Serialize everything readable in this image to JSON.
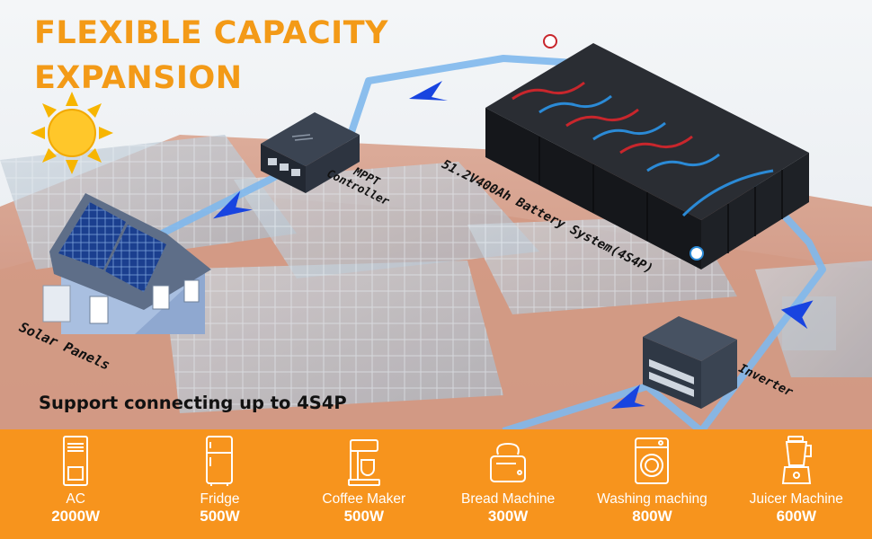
{
  "headline": {
    "line1": "FLEXIBLE CAPACITY",
    "line2": "EXPANSION"
  },
  "subline": "Support connecting up to 4S4P",
  "labels": {
    "solar_panels": "Solar Panels",
    "mppt_line1": "MPPT",
    "mppt_line2": "Controller",
    "battery_system": "51.2V400Ah Battery System(4S4P)",
    "inverter": "Inverter"
  },
  "colors": {
    "accent_orange": "#f7941d",
    "headline_orange": "#f39a17",
    "flow_line": "#7fb8ec",
    "arrow_blue": "#1844e0"
  },
  "icons": [
    "sun-icon",
    "house-solar-icon",
    "mppt-controller-icon",
    "battery-bank-icon",
    "inverter-icon"
  ],
  "appliances": [
    {
      "name": "AC",
      "power": "2000W",
      "icon": "air-conditioner-icon"
    },
    {
      "name": "Fridge",
      "power": "500W",
      "icon": "fridge-icon"
    },
    {
      "name": "Coffee Maker",
      "power": "500W",
      "icon": "coffee-maker-icon"
    },
    {
      "name": "Bread Machine",
      "power": "300W",
      "icon": "bread-machine-icon"
    },
    {
      "name": "Washing maching",
      "power": "800W",
      "icon": "washing-machine-icon"
    },
    {
      "name": "Juicer Machine",
      "power": "600W",
      "icon": "juicer-icon"
    }
  ]
}
